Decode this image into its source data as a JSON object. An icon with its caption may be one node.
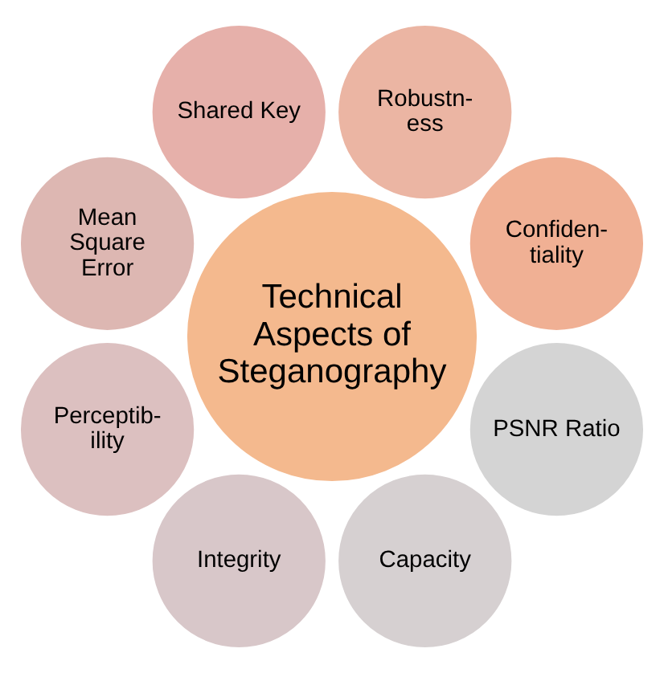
{
  "diagram": {
    "nodes": [
      {
        "text": [
          "Technical Aspects of Steganography"
        ]
      },
      {
        "text": [
          "Confiden- tiality"
        ]
      },
      {
        "text": [
          "Robustn- ess"
        ]
      },
      {
        "text": [
          "Shared Key"
        ]
      },
      {
        "text": [
          "Mean Square Error"
        ]
      },
      {
        "text": [
          "Perceptib- ility"
        ]
      },
      {
        "text": [
          "Integrity"
        ]
      },
      {
        "text": [
          "Capacity"
        ]
      },
      {
        "text": [
          "PSNR Ratio"
        ]
      }
    ]
  }
}
